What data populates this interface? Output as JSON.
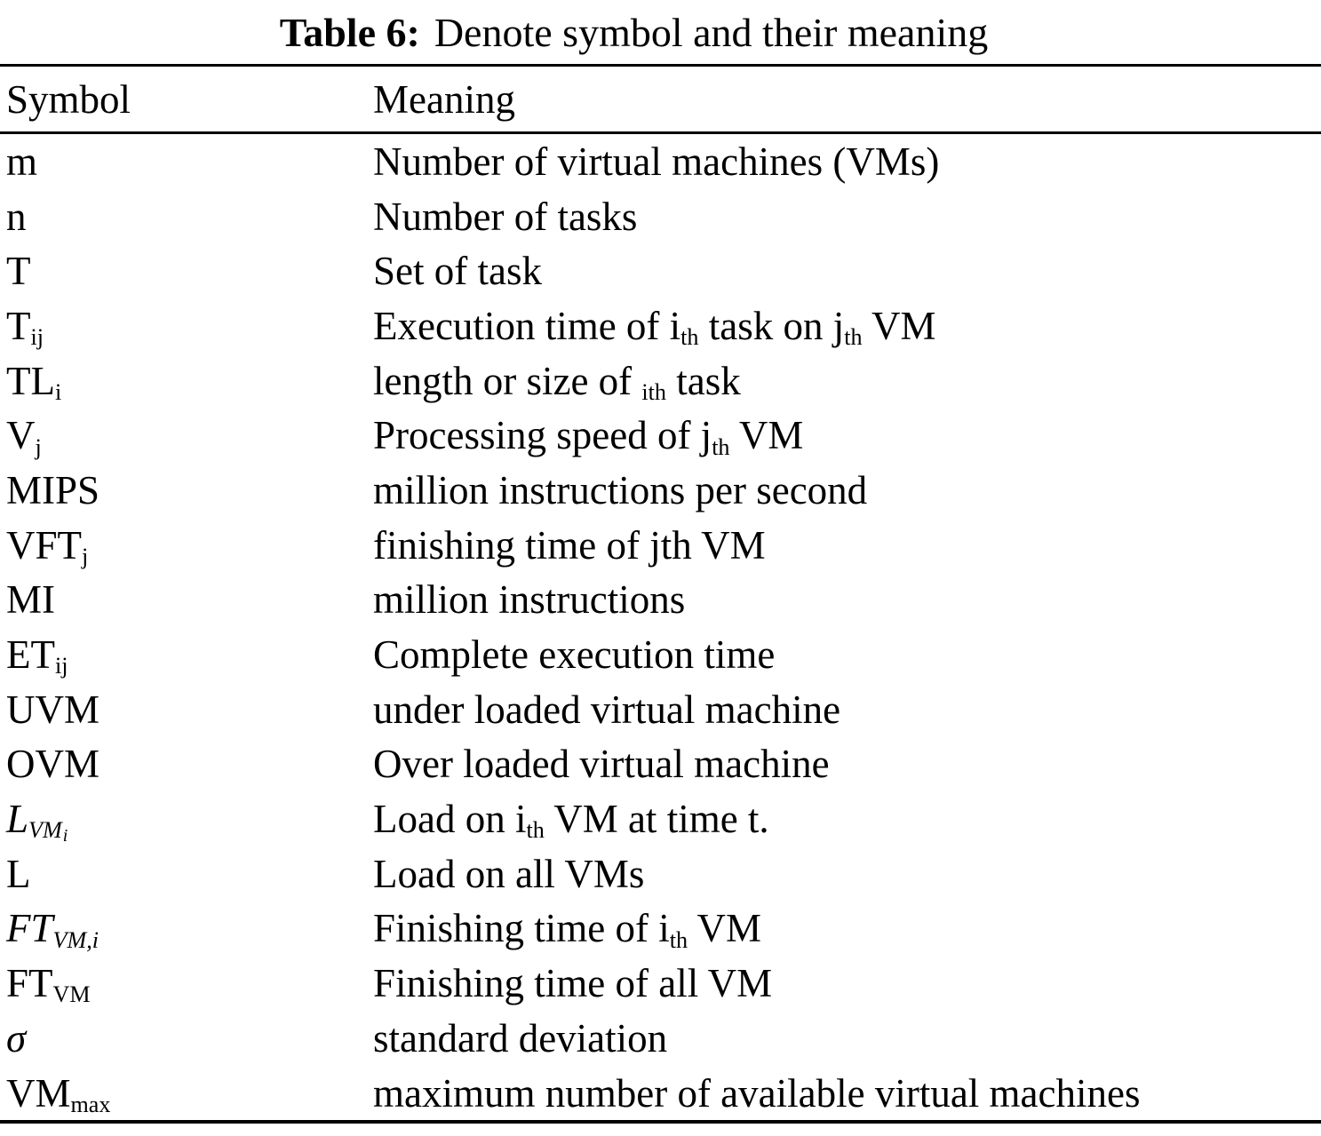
{
  "page": {
    "background_color": "#ffffff",
    "text_color": "#000000"
  },
  "title": {
    "label": "Table 6:",
    "text": "Denote symbol and their meaning"
  },
  "table": {
    "headers": [
      "Symbol",
      "Meaning"
    ],
    "rows": [
      {
        "symbol": [
          {
            "t": "m"
          }
        ],
        "meaning": [
          {
            "t": "Number of virtual machines (VMs)"
          }
        ]
      },
      {
        "symbol": [
          {
            "t": "n"
          }
        ],
        "meaning": [
          {
            "t": "Number of tasks"
          }
        ]
      },
      {
        "symbol": [
          {
            "t": "T"
          }
        ],
        "meaning": [
          {
            "t": "Set of task"
          }
        ]
      },
      {
        "symbol": [
          {
            "t": "T"
          },
          {
            "t": "ij",
            "sub": true
          }
        ],
        "meaning": [
          {
            "t": "Execution time of i"
          },
          {
            "t": "th",
            "sub": true
          },
          {
            "t": " task on j"
          },
          {
            "t": "th",
            "sub": true
          },
          {
            "t": " VM"
          }
        ]
      },
      {
        "symbol": [
          {
            "t": "TL"
          },
          {
            "t": "i",
            "sub": true
          }
        ],
        "meaning": [
          {
            "t": "length or size of "
          },
          {
            "t": "ith",
            "sub": true
          },
          {
            "t": " task"
          }
        ]
      },
      {
        "symbol": [
          {
            "t": "V"
          },
          {
            "t": "j",
            "sub": true
          }
        ],
        "meaning": [
          {
            "t": "Processing speed of j"
          },
          {
            "t": "th",
            "sub": true
          },
          {
            "t": " VM"
          }
        ]
      },
      {
        "symbol": [
          {
            "t": "MIPS"
          }
        ],
        "meaning": [
          {
            "t": "million instructions per second"
          }
        ]
      },
      {
        "symbol": [
          {
            "t": "VFT"
          },
          {
            "t": "j",
            "sub": true
          }
        ],
        "meaning": [
          {
            "t": "finishing time of jth VM"
          }
        ]
      },
      {
        "symbol": [
          {
            "t": "MI"
          }
        ],
        "meaning": [
          {
            "t": "million instructions"
          }
        ]
      },
      {
        "symbol": [
          {
            "t": "ET"
          },
          {
            "t": "ij",
            "sub": true
          }
        ],
        "meaning": [
          {
            "t": "Complete execution time"
          }
        ]
      },
      {
        "symbol": [
          {
            "t": "UVM"
          }
        ],
        "meaning": [
          {
            "t": "under loaded virtual machine"
          }
        ]
      },
      {
        "symbol": [
          {
            "t": "OVM"
          }
        ],
        "meaning": [
          {
            "t": "Over loaded virtual machine"
          }
        ]
      },
      {
        "symbol": [
          {
            "t": "L",
            "i": true
          },
          {
            "t": "VM",
            "sub": true,
            "i": true
          },
          {
            "t": "i",
            "sub2": true,
            "i": true
          }
        ],
        "meaning": [
          {
            "t": "Load on i"
          },
          {
            "t": "th",
            "sub": true
          },
          {
            "t": " VM at time t."
          }
        ]
      },
      {
        "symbol": [
          {
            "t": "L"
          }
        ],
        "meaning": [
          {
            "t": "Load on all VMs"
          }
        ]
      },
      {
        "symbol": [
          {
            "t": "FT",
            "i": true
          },
          {
            "t": "VM,i",
            "sub": true,
            "i": true
          }
        ],
        "meaning": [
          {
            "t": "Finishing time of i"
          },
          {
            "t": "th",
            "sub": true
          },
          {
            "t": " VM"
          }
        ]
      },
      {
        "symbol": [
          {
            "t": "FT"
          },
          {
            "t": "VM",
            "sub": true
          }
        ],
        "meaning": [
          {
            "t": "Finishing time of all VM"
          }
        ]
      },
      {
        "symbol": [
          {
            "t": "σ",
            "i": true
          }
        ],
        "meaning": [
          {
            "t": "standard deviation"
          }
        ]
      },
      {
        "symbol": [
          {
            "t": "VM"
          },
          {
            "t": "max",
            "sub": true
          }
        ],
        "meaning": [
          {
            "t": "maximum number of available virtual machines"
          }
        ]
      }
    ]
  }
}
